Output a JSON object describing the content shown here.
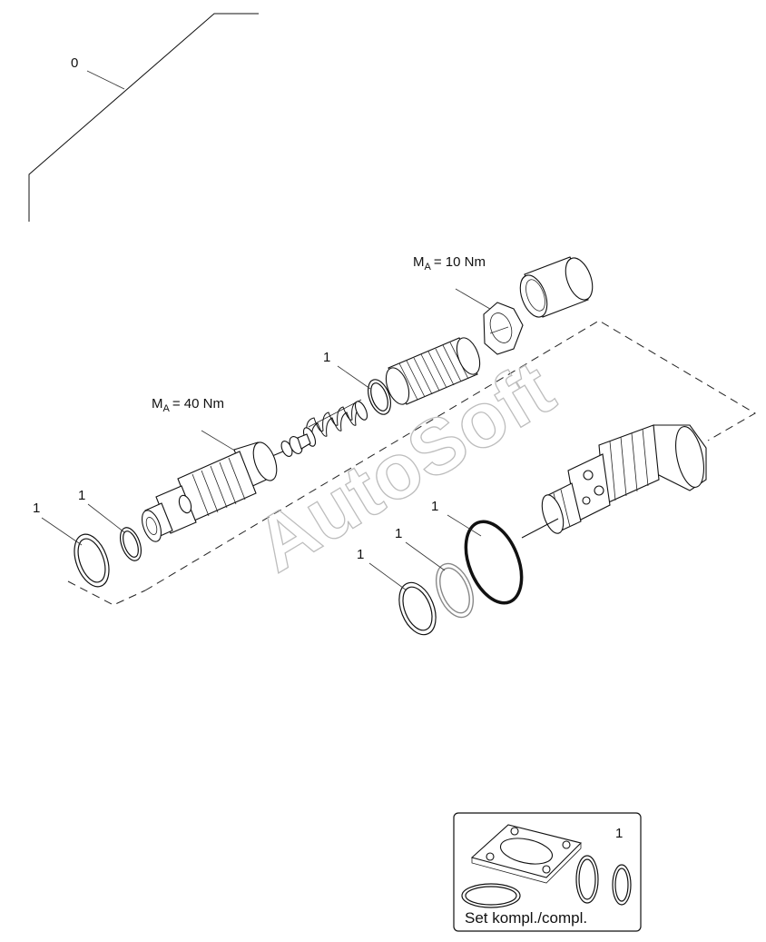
{
  "diagram": {
    "group_label": "0",
    "torque_top": {
      "main": "M",
      "sub": "A",
      "value": "= 10 Nm"
    },
    "torque_left": {
      "main": "M",
      "sub": "A",
      "value": "= 40 Nm"
    },
    "item_labels": [
      "1",
      "1",
      "1",
      "1",
      "1",
      "1"
    ],
    "watermark": "AutoSoft",
    "kit": {
      "item_label": "1",
      "caption": "Set kompl./compl."
    }
  }
}
